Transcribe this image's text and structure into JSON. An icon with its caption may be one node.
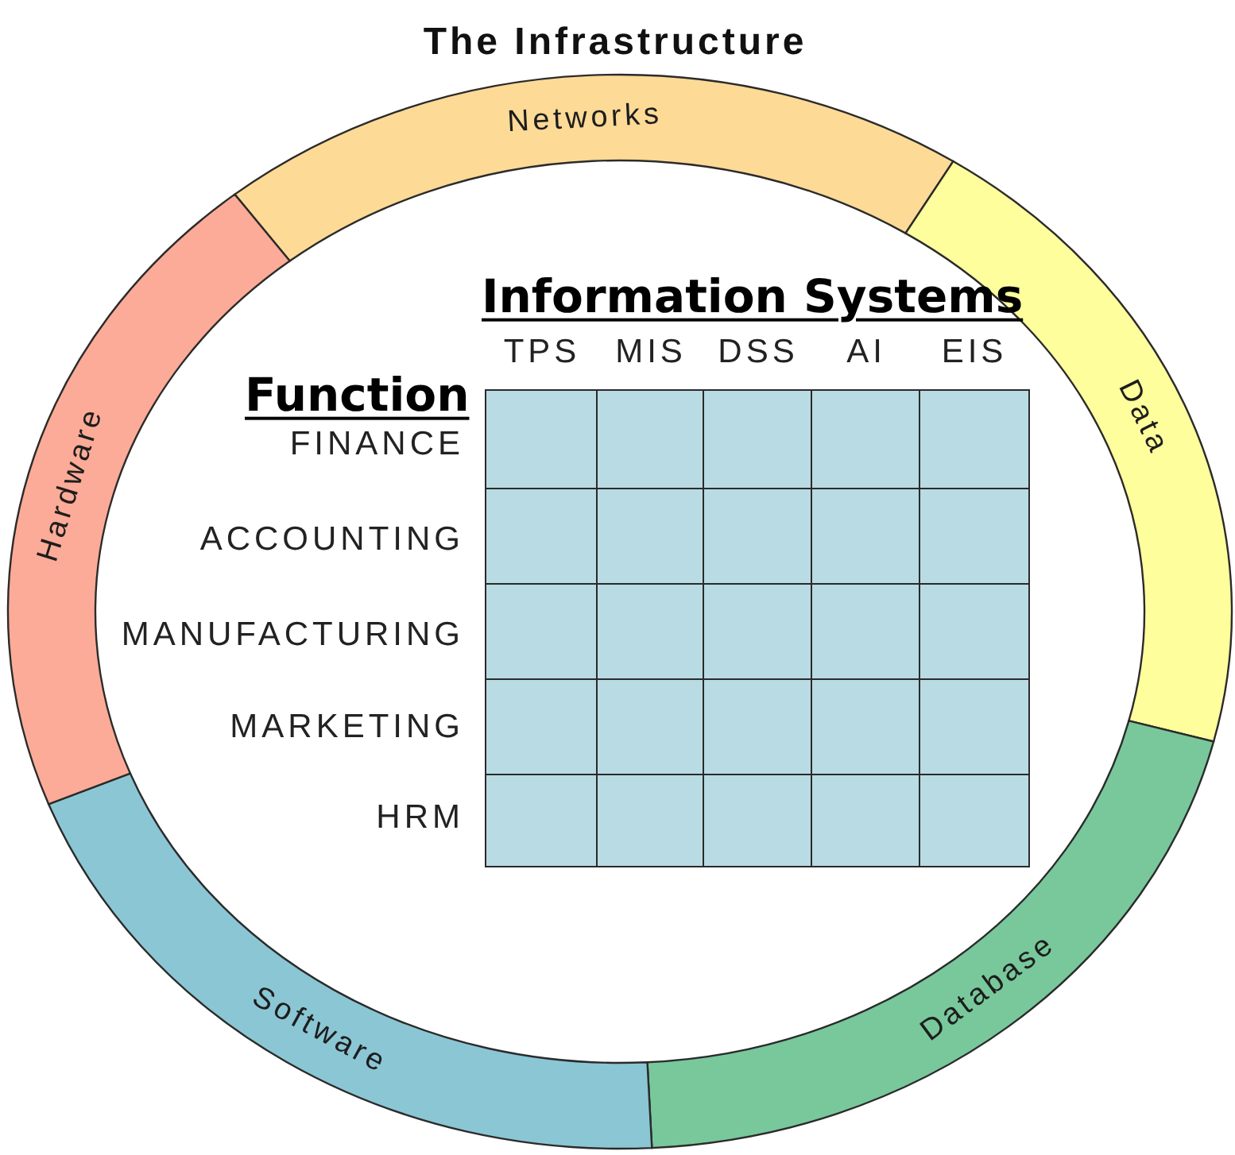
{
  "diagram": {
    "title": "The Infrastructure",
    "nodes": [
      {
        "text": [
          "Networks"
        ]
      },
      {
        "text": [
          "Data"
        ]
      },
      {
        "text": [
          "Database"
        ]
      },
      {
        "text": [
          "Software"
        ]
      },
      {
        "text": [
          "Hardware"
        ]
      },
      {
        "text": [],
        "shape": "box"
      },
      {
        "text": [],
        "shape": "box"
      },
      {
        "text": [],
        "shape": "box"
      },
      {
        "text": [],
        "shape": "box"
      },
      {
        "text": [],
        "shape": "box"
      },
      {
        "text": [],
        "shape": "box"
      },
      {
        "text": [],
        "shape": "box"
      },
      {
        "text": [],
        "shape": "box"
      },
      {
        "text": [],
        "shape": "box"
      },
      {
        "text": [],
        "shape": "box"
      },
      {
        "text": [],
        "shape": "box"
      },
      {
        "text": [],
        "shape": "box"
      },
      {
        "text": [],
        "shape": "box"
      },
      {
        "text": [],
        "shape": "box"
      },
      {
        "text": [],
        "shape": "box"
      },
      {
        "text": [],
        "shape": "box"
      },
      {
        "text": [],
        "shape": "box"
      },
      {
        "text": [],
        "shape": "box"
      },
      {
        "text": [],
        "shape": "box"
      },
      {
        "text": [],
        "shape": "box"
      },
      {
        "text": [],
        "shape": "box"
      },
      {
        "text": [],
        "shape": "box"
      },
      {
        "text": [],
        "shape": "box"
      },
      {
        "text": [],
        "shape": "box"
      },
      {
        "text": [],
        "shape": "box"
      }
    ],
    "labels": [
      "Information Systems",
      "TPS",
      "MIS",
      "DSS",
      "AI",
      "EIS",
      "Function",
      "FINANCE",
      "ACCOUNTING",
      "MANUFACTURING",
      "MARKETING",
      "HRM"
    ]
  }
}
